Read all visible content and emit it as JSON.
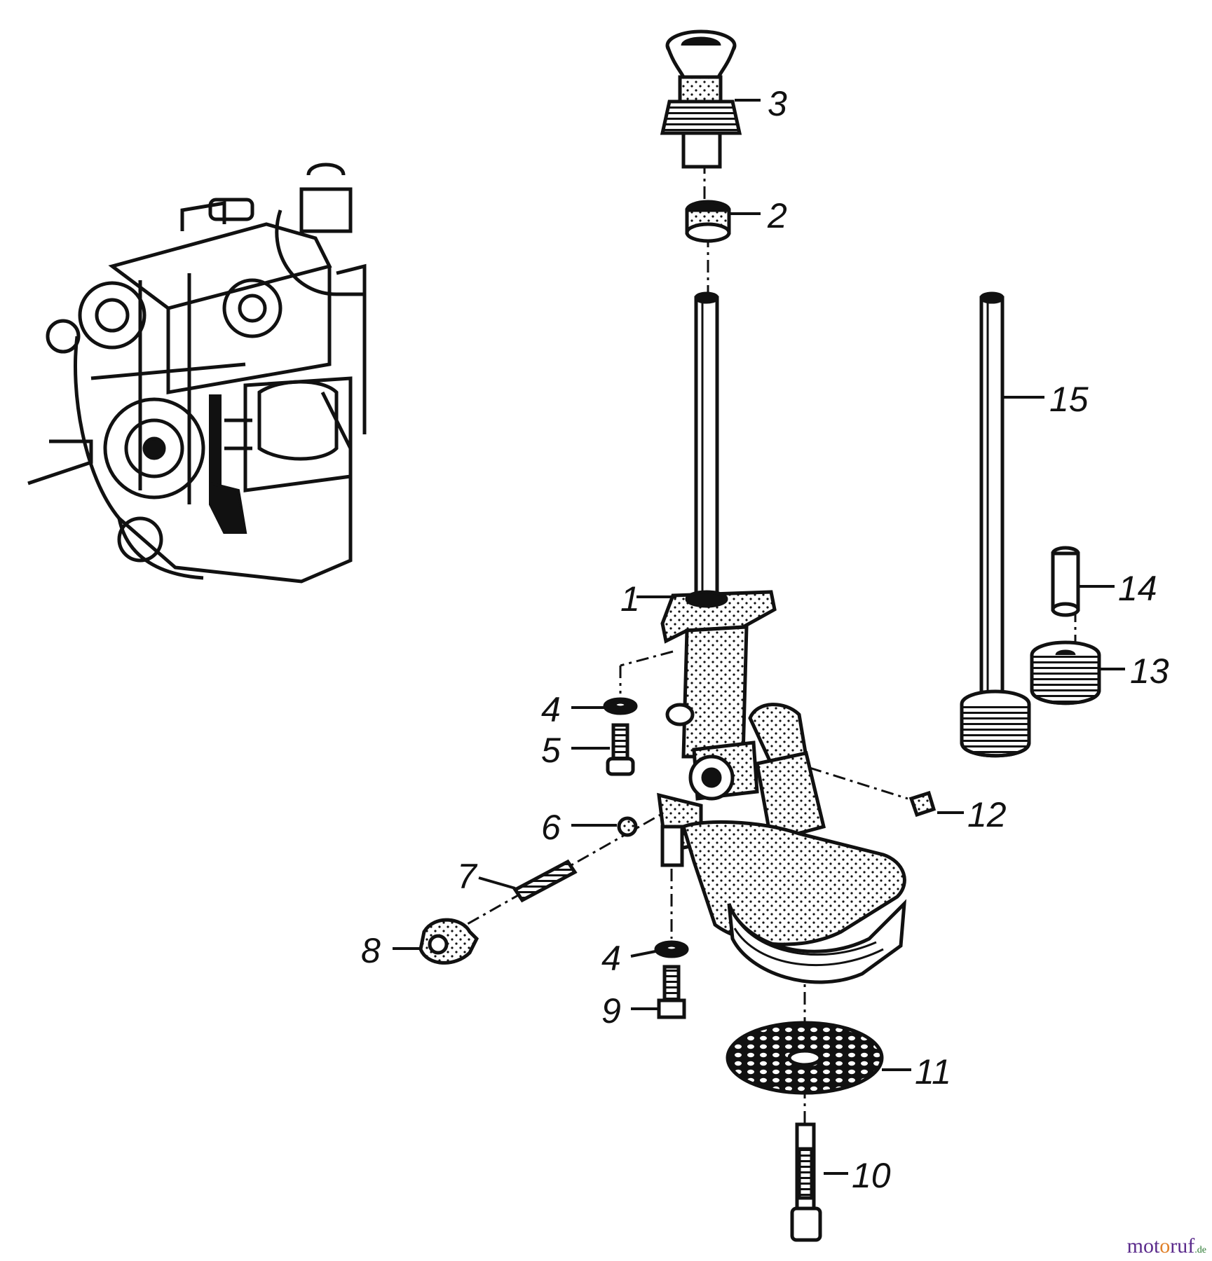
{
  "callouts": {
    "p1": "1",
    "p2": "2",
    "p3": "3",
    "p4a": "4",
    "p4b": "4",
    "p5": "5",
    "p6": "6",
    "p7": "7",
    "p8": "8",
    "p9": "9",
    "p10": "10",
    "p11": "11",
    "p12": "12",
    "p13": "13",
    "p14": "14",
    "p15": "15"
  },
  "watermark": {
    "a": "mot",
    "b": "o",
    "c": "ruf",
    "d": ".de"
  },
  "colors": {
    "ink": "#111111",
    "brand_purple": "#5b2b8c",
    "brand_orange": "#e0812a",
    "brand_green": "#2c7a32"
  }
}
